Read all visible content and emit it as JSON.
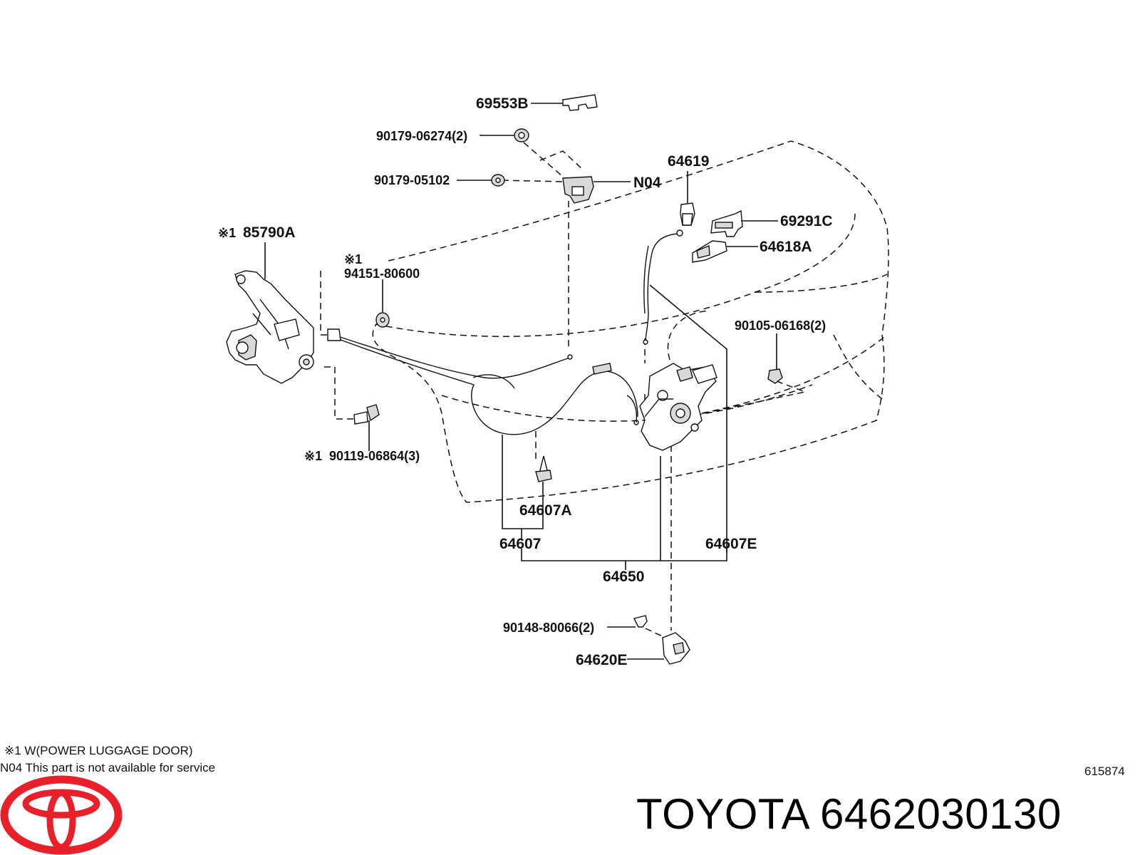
{
  "parts": {
    "p69553B": "69553B",
    "p90179_06274": "90179-06274(2)",
    "p90179_05102": "90179-05102",
    "pN04": "N04",
    "p64619": "64619",
    "p69291C": "69291C",
    "p64618A": "64618A",
    "p85790A": "85790A",
    "p94151_80600": "94151-80600",
    "p90105_06168": "90105-06168(2)",
    "p90119_06864": "90119-06864(3)",
    "p64607A": "64607A",
    "p64607": "64607",
    "p64607E": "64607E",
    "p64650": "64650",
    "p90148_80066": "90148-80066(2)",
    "p64620E": "64620E"
  },
  "markers": {
    "m1_a": "※1",
    "m1_b": "※1",
    "m1_c": "※1"
  },
  "notes": {
    "note1": "※1 W(POWER LUGGAGE DOOR)",
    "note2_code": "N04",
    "note2_text": "This part is not available for service"
  },
  "footer": {
    "brand_text": "TOYOTA 6462030130",
    "ref_number": "615874"
  },
  "colors": {
    "logo_red": "#e8202a",
    "ink": "#111111"
  },
  "icons": {
    "logo": "toyota-logo-icon"
  }
}
